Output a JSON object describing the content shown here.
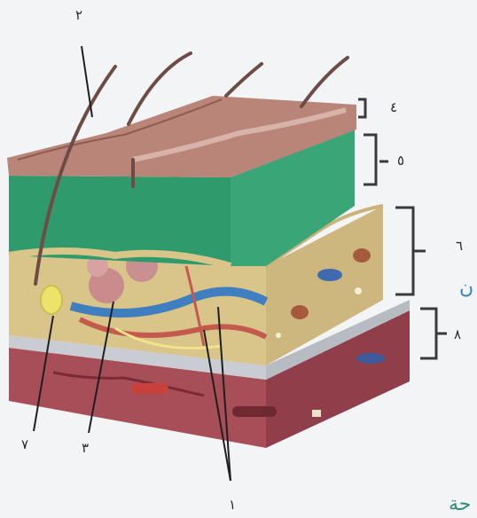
{
  "labels": {
    "l1": "١",
    "l2": "٢",
    "l3": "٣",
    "l4": "٤",
    "l5": "٥",
    "l6": "٦",
    "l7": "٧",
    "l8": "٨"
  },
  "edge_text": {
    "right": "ن",
    "bottom": "حة"
  },
  "colors": {
    "epidermis_top": "#b98579",
    "epidermis_green": "#2f9a6c",
    "dermis": "#d9c48a",
    "subcutaneous": "#a84e58",
    "background": "#f2f4f6"
  }
}
